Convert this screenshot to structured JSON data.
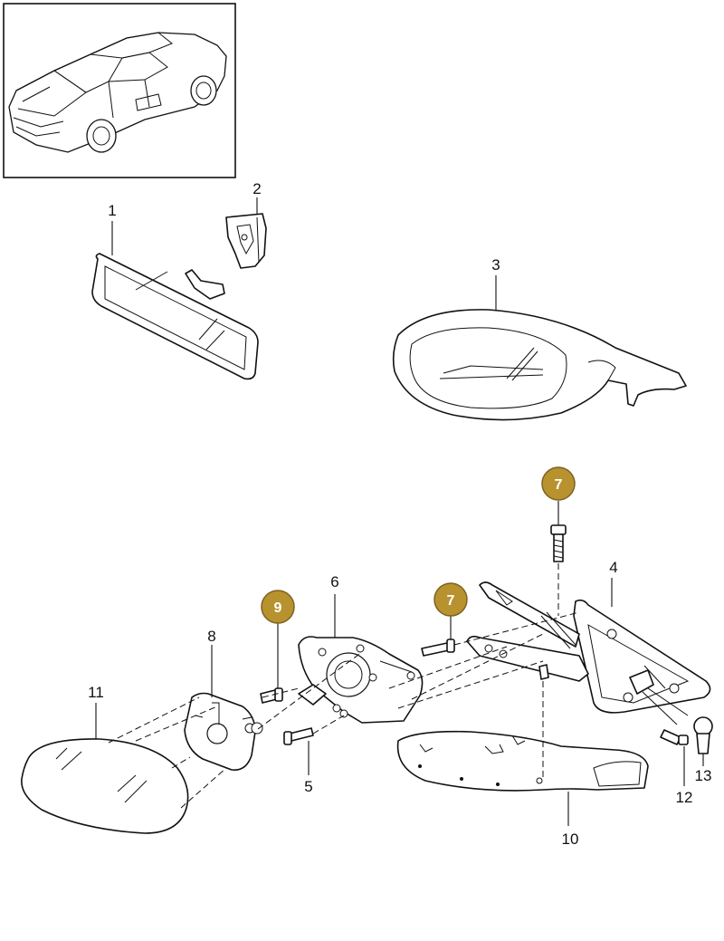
{
  "diagram": {
    "parts": [
      {
        "id": "1",
        "name": "interior-rear-view-mirror"
      },
      {
        "id": "2",
        "name": "mirror-mount-bracket"
      },
      {
        "id": "3",
        "name": "mirror-housing-shell"
      },
      {
        "id": "4",
        "name": "mirror-base-triangle"
      },
      {
        "id": "5",
        "name": "screw"
      },
      {
        "id": "6",
        "name": "mirror-motor-bracket"
      },
      {
        "id": "8",
        "name": "glass-carrier-plate"
      },
      {
        "id": "10",
        "name": "mirror-housing-lower-cover"
      },
      {
        "id": "11",
        "name": "mirror-glass"
      },
      {
        "id": "12",
        "name": "bolt"
      },
      {
        "id": "13",
        "name": "plug"
      }
    ],
    "callouts": [
      {
        "id": "7",
        "color": "#b8922e"
      },
      {
        "id": "7",
        "color": "#b8922e"
      },
      {
        "id": "9",
        "color": "#b8922e"
      }
    ],
    "callout_color": "#b8922e",
    "line_color": "#111111"
  }
}
